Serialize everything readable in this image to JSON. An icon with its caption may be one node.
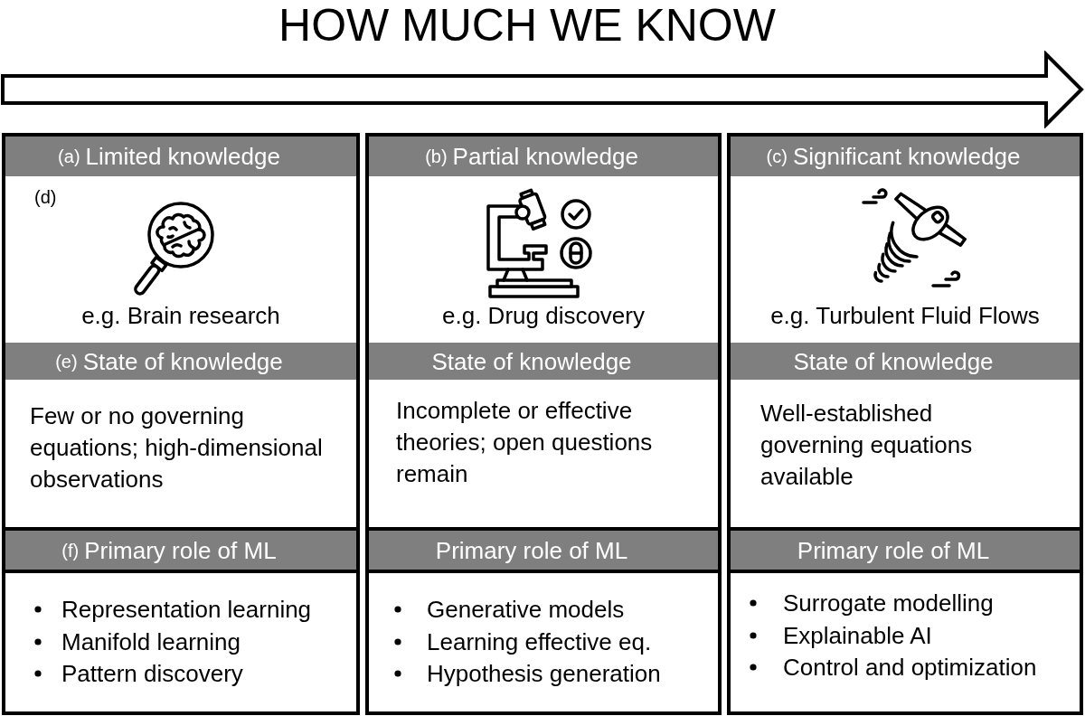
{
  "diagram": {
    "title": "HOW MUCH WE KNOW",
    "nodes": [
      {
        "text": [
          "(d)",
          "e.g. Brain research"
        ]
      },
      {
        "text": [
          "(a)",
          "Limited knowledge"
        ],
        "in": 0
      },
      {
        "text": [
          "(e)",
          "State of knowledge"
        ],
        "in": 0
      },
      {
        "text": [
          "Few or no governing equations; high-dimensional observations"
        ],
        "in": 0
      },
      {
        "text": [
          "(f)",
          "Primary role of ML"
        ],
        "in": 0
      },
      {
        "text": [
          "Representation learning",
          "Manifold learning",
          "Pattern discovery"
        ],
        "in": 0
      },
      {
        "text": [
          "e.g. Drug discovery"
        ]
      },
      {
        "text": [
          "(b)",
          "Partial knowledge"
        ],
        "in": 6
      },
      {
        "text": [
          "State of knowledge"
        ],
        "in": 6
      },
      {
        "text": [
          "Incomplete or effective theories; open questions remain"
        ],
        "in": 6
      },
      {
        "text": [
          "Primary role of ML"
        ],
        "in": 6
      },
      {
        "text": [
          "Generative models",
          "Learning effective eq.",
          "Hypothesis generation"
        ],
        "in": 6
      },
      {
        "text": [
          "e.g. Turbulent Fluid Flows"
        ]
      },
      {
        "text": [
          "(c)",
          "Significant knowledge"
        ],
        "in": 12
      },
      {
        "text": [
          "State of knowledge"
        ],
        "in": 12
      },
      {
        "text": [
          "Well-established governing equations available"
        ],
        "in": 12
      },
      {
        "text": [
          "Primary role of ML"
        ],
        "in": 12
      },
      {
        "text": [
          "Surrogate modelling",
          "Explainable AI",
          "Control and optimization"
        ],
        "in": 12
      }
    ]
  }
}
